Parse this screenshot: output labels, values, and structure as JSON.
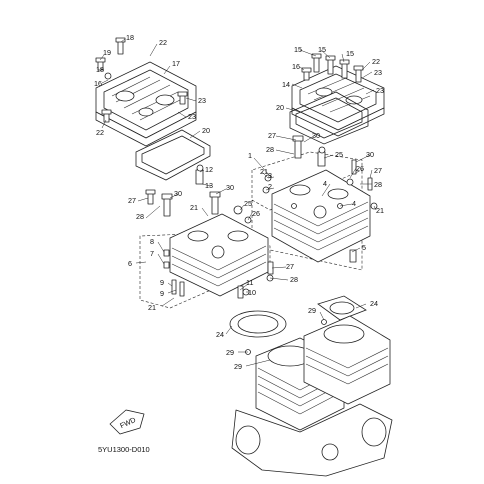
{
  "diagram": {
    "code": "5YU1300-D010",
    "fwd_label": "FWD",
    "callouts": [
      {
        "id": "c1",
        "text": "18"
      },
      {
        "id": "c2",
        "text": "22"
      },
      {
        "id": "c3",
        "text": "19"
      },
      {
        "id": "c4",
        "text": "17"
      },
      {
        "id": "c5",
        "text": "18"
      },
      {
        "id": "c6",
        "text": "16"
      },
      {
        "id": "c7",
        "text": "23"
      },
      {
        "id": "c8",
        "text": "23"
      },
      {
        "id": "c9",
        "text": "22"
      },
      {
        "id": "c10",
        "text": "20"
      },
      {
        "id": "c11",
        "text": "15"
      },
      {
        "id": "c12",
        "text": "15"
      },
      {
        "id": "c13",
        "text": "15"
      },
      {
        "id": "c14",
        "text": "16"
      },
      {
        "id": "c15",
        "text": "22"
      },
      {
        "id": "c16",
        "text": "23"
      },
      {
        "id": "c17",
        "text": "14"
      },
      {
        "id": "c18",
        "text": "23"
      },
      {
        "id": "c19",
        "text": "20"
      },
      {
        "id": "c20",
        "text": "27"
      },
      {
        "id": "c21",
        "text": "30"
      },
      {
        "id": "c22",
        "text": "28"
      },
      {
        "id": "c23",
        "text": "1"
      },
      {
        "id": "c24",
        "text": "25"
      },
      {
        "id": "c25",
        "text": "30"
      },
      {
        "id": "c26",
        "text": "21"
      },
      {
        "id": "c27",
        "text": "3"
      },
      {
        "id": "c28",
        "text": "2"
      },
      {
        "id": "c29",
        "text": "26"
      },
      {
        "id": "c30",
        "text": "27"
      },
      {
        "id": "c31",
        "text": "28"
      },
      {
        "id": "c32",
        "text": "4"
      },
      {
        "id": "c33",
        "text": "4"
      },
      {
        "id": "c34",
        "text": "21"
      },
      {
        "id": "c35",
        "text": "12"
      },
      {
        "id": "c36",
        "text": "13"
      },
      {
        "id": "c37",
        "text": "30"
      },
      {
        "id": "c38",
        "text": "30"
      },
      {
        "id": "c39",
        "text": "27"
      },
      {
        "id": "c40",
        "text": "25"
      },
      {
        "id": "c41",
        "text": "21"
      },
      {
        "id": "c42",
        "text": "26"
      },
      {
        "id": "c43",
        "text": "28"
      },
      {
        "id": "c44",
        "text": "8"
      },
      {
        "id": "c45",
        "text": "7"
      },
      {
        "id": "c46",
        "text": "6"
      },
      {
        "id": "c47",
        "text": "5"
      },
      {
        "id": "c48",
        "text": "27"
      },
      {
        "id": "c49",
        "text": "9"
      },
      {
        "id": "c50",
        "text": "9"
      },
      {
        "id": "c51",
        "text": "11"
      },
      {
        "id": "c52",
        "text": "10"
      },
      {
        "id": "c53",
        "text": "28"
      },
      {
        "id": "c54",
        "text": "21"
      },
      {
        "id": "c55",
        "text": "24"
      },
      {
        "id": "c56",
        "text": "29"
      },
      {
        "id": "c57",
        "text": "24"
      },
      {
        "id": "c58",
        "text": "29"
      },
      {
        "id": "c59",
        "text": "29"
      }
    ]
  }
}
